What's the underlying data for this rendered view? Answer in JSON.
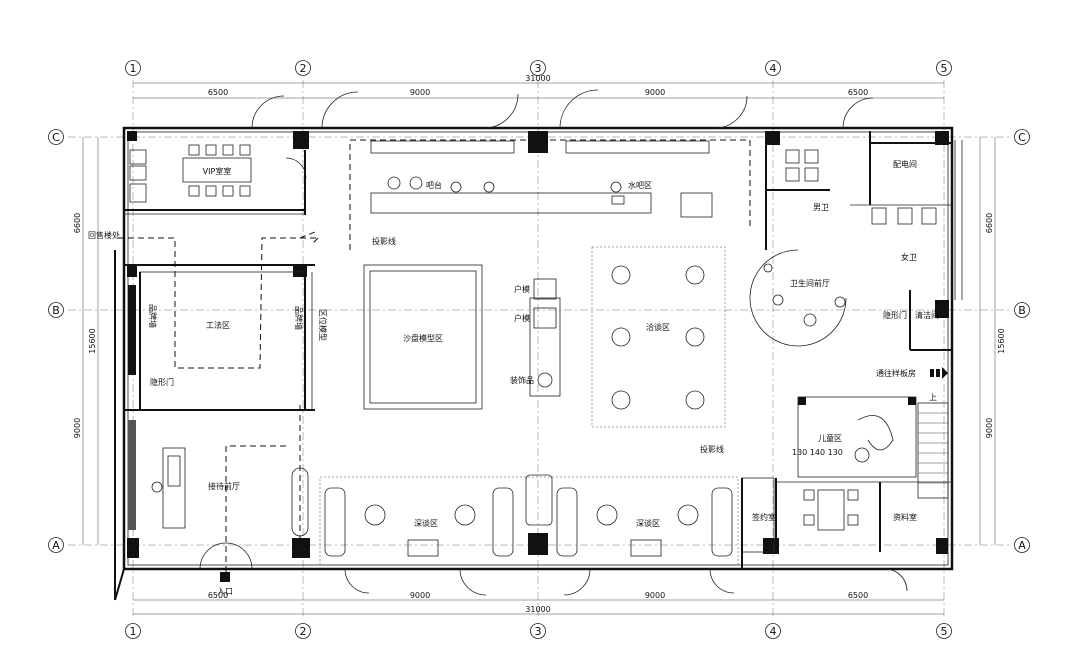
{
  "axes": {
    "columns": [
      "1",
      "2",
      "3",
      "4",
      "5"
    ],
    "rows": [
      "C",
      "B",
      "A"
    ]
  },
  "dimensions": {
    "top_segments": [
      "6500",
      "9000",
      "9000",
      "6500"
    ],
    "top_total": "31000",
    "bottom_segments": [
      "6500",
      "9000",
      "9000",
      "6500"
    ],
    "bottom_total": "31000",
    "left_segments": [
      "6600",
      "9000"
    ],
    "left_total": "15600",
    "right_segments": [
      "6600",
      "9000"
    ],
    "right_total": "15600",
    "child_area_marks": "130 140 130"
  },
  "rooms": {
    "vip": "VIP室室",
    "work": "工法区",
    "pin_wall": "品牌墙",
    "brand_wall": "品牌墙",
    "location_model": "区位模型",
    "hidden_door_left": "隐形门",
    "reception": "接待前厅",
    "entrance": "入口",
    "return_stair": "回售楼处",
    "projection_top": "投影线",
    "projection_bottom": "投影线",
    "sandbox": "沙盘模型区",
    "bar_top": "吧台",
    "water_bar": "水吧区",
    "unit_a": "户模",
    "unit_b": "户模",
    "decor": "装饰品",
    "negotiation_mid": "洽谈区",
    "negotiation_left": "深谈区",
    "negotiation_right": "深谈区",
    "mens": "男卫",
    "womens": "女卫",
    "restroom_hall": "卫生间前厅",
    "hidden_door_right": "隐形门",
    "cleaning": "清洁间",
    "electric": "配电间",
    "to_sample": "通往样板房",
    "kids": "儿童区",
    "signing": "签约室",
    "archive": "资料室",
    "up": "上"
  }
}
